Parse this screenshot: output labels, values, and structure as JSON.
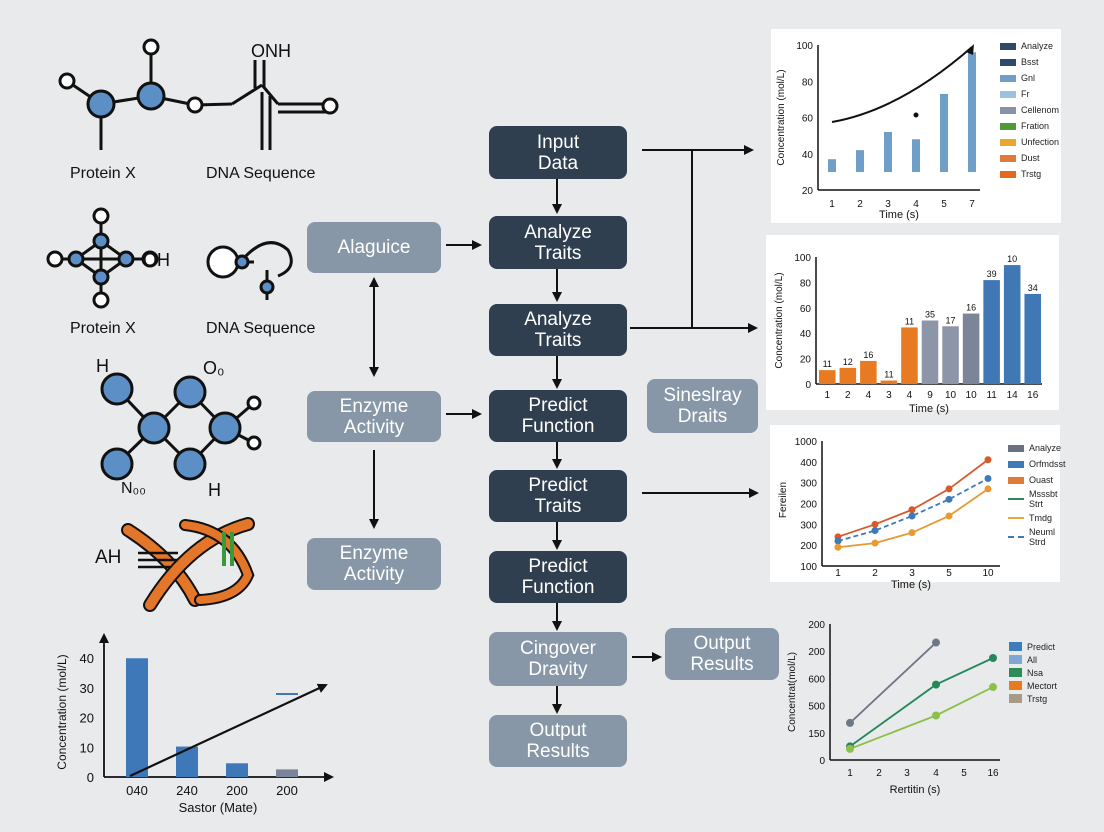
{
  "molecules": {
    "label_protein_1": "Protein X",
    "label_dna_1": "DNA Sequence",
    "label_protein_2": "Protein X",
    "label_dna_2": "DNA Sequence",
    "atom_onh": "ONH",
    "atom_oh": "OH",
    "atom_h_top": "H",
    "atom_o0": "O₀",
    "atom_n0": "N₀₀",
    "atom_h_bottom": "H",
    "atom_ah": "AH"
  },
  "flow": {
    "input_data": "Input\nData",
    "analyze_traits_1": "Analyze\nTraits",
    "analyze_traits_2": "Analyze\nTraits",
    "predict_function_1": "Predict\nFunction",
    "predict_traits": "Predict\nTraits",
    "predict_function_2": "Predict\nFunction",
    "cingover_dravity": "Cingover\nDravity",
    "output_results_1": "Output\nResults",
    "alaguice": "Alaguice",
    "enzyme_activity_1": "Enzyme\nActivity",
    "enzyme_activity_2": "Enzyme\nActivity",
    "sineslray_draits": "Sineslray\nDraits",
    "output_results_2": "Output\nResults"
  },
  "colors": {
    "dark_box": "#2f3f50",
    "light_box": "#8797a7",
    "atom_blue": "#5b8fc6",
    "helix_orange": "#e4762a",
    "helix_green": "#3a9a3a"
  },
  "chart_data": [
    {
      "type": "bar",
      "ylabel": "Concentration (mol/L)",
      "xlabel": "Time (s)",
      "categories": [
        "1",
        "2",
        "3",
        "4",
        "5",
        "7"
      ],
      "values": [
        37,
        42,
        52,
        48,
        73,
        96
      ],
      "trend": [
        38,
        44,
        53,
        55,
        73,
        96
      ],
      "ylim": [
        20,
        100
      ],
      "yticks": [
        "100",
        "80",
        "60",
        "40",
        "20"
      ],
      "legend": [
        {
          "name": "Analyze",
          "color": "#2e4a6a"
        },
        {
          "name": "Bsst",
          "color": "#2e4a6a"
        },
        {
          "name": "Gnl",
          "color": "#6f9ec8"
        },
        {
          "name": "Fr",
          "color": "#9fc1e0"
        },
        {
          "name": "Cellenom",
          "color": "#8a92a6"
        },
        {
          "name": "Fration",
          "color": "#4f9a3a"
        },
        {
          "name": "Unfection",
          "color": "#e6a830"
        },
        {
          "name": "Dust",
          "color": "#e07a38"
        },
        {
          "name": "Trstg",
          "color": "#e06a20"
        }
      ]
    },
    {
      "type": "bar",
      "ylabel": "Concentration (mol/L)",
      "xlabel": "Time (s)",
      "categories": [
        "1",
        "2",
        "4",
        "3",
        "4",
        "9",
        "10",
        "10",
        "11",
        "14",
        "16"
      ],
      "values": [
        12,
        14,
        20,
        3,
        49,
        55,
        50,
        61,
        90,
        103,
        78
      ],
      "data_labels": [
        "11",
        "12",
        "16",
        "11",
        "11",
        "35",
        "17",
        "16",
        "39",
        "10",
        "34"
      ],
      "colors": [
        "#e87b22",
        "#e87b22",
        "#e87b22",
        "#e87b22",
        "#e87b22",
        "#8d96a8",
        "#8d96a8",
        "#7a8598",
        "#3f78b4",
        "#3f78b4",
        "#3f78b4"
      ],
      "ylim": [
        0,
        110
      ],
      "yticks": [
        "100",
        "80",
        "60",
        "40",
        "20",
        "0"
      ]
    },
    {
      "type": "line",
      "ylabel": "Fereilen",
      "xlabel": "Time (s)",
      "x": [
        "1",
        "2",
        "3",
        "5",
        "10"
      ],
      "yticks": [
        "1000",
        "400",
        "300",
        "200",
        "300",
        "200",
        "100"
      ],
      "series": [
        {
          "name": "Analyze",
          "values": [
            140,
            200,
            270,
            370,
            510
          ],
          "color": "#d65a2a",
          "style": "solid"
        },
        {
          "name": "Orfmdsst",
          "values": [
            120,
            170,
            240,
            320,
            420
          ],
          "color": "#3c7bb8",
          "style": "dashed"
        },
        {
          "name": "Ouast",
          "values": [
            90,
            110,
            160,
            240,
            370
          ],
          "color": "#e89a30",
          "style": "solid"
        }
      ],
      "legend": [
        {
          "name": "Analyze",
          "color": "#6b7180",
          "kind": "swatch"
        },
        {
          "name": "Orfmdsst",
          "color": "#3c7bb8",
          "kind": "swatch"
        },
        {
          "name": "Ouast",
          "color": "#e07a38",
          "kind": "swatch"
        },
        {
          "name": "Msssbt\nStrt",
          "color": "#2e8b57",
          "kind": "line"
        },
        {
          "name": "Tmdg",
          "color": "#e8a83a",
          "kind": "line"
        },
        {
          "name": "Neuml\nStrd",
          "color": "#3c7bb8",
          "kind": "dash"
        }
      ]
    },
    {
      "type": "line",
      "ylabel": "Concentrat(mol/L)",
      "xlabel": "Rertitin (s)",
      "x": [
        "1",
        "2",
        "3",
        "4",
        "5",
        "16"
      ],
      "yticks": [
        "200",
        "200",
        "600",
        "500",
        "150",
        "0"
      ],
      "series": [
        {
          "name": "Predict",
          "points": [
            [
              1,
              60
            ],
            [
              4,
              190
            ]
          ],
          "color": "#6f7787"
        },
        {
          "name": "All",
          "points": [
            [
              1,
              22
            ],
            [
              4,
              122
            ],
            [
              6,
              165
            ]
          ],
          "color": "#24885a"
        },
        {
          "name": "Nsa",
          "points": [
            [
              1,
              18
            ],
            [
              4,
              72
            ],
            [
              6,
              118
            ]
          ],
          "color": "#8cc04a"
        }
      ],
      "legend": [
        {
          "name": "Predict",
          "color": "#3e7dbb"
        },
        {
          "name": "All",
          "color": "#7fa7d4"
        },
        {
          "name": "Nsa",
          "color": "#2e8b57"
        },
        {
          "name": "Mectort",
          "color": "#e87b22"
        },
        {
          "name": "Trstg",
          "color": "#a89a88"
        }
      ]
    },
    {
      "type": "bar",
      "ylabel": "Concentration (mol/L)",
      "xlabel": "Sastor (Mate)",
      "categories": [
        "040",
        "240",
        "200",
        "200"
      ],
      "values": [
        39,
        10,
        4.5,
        2.5
      ],
      "colors": [
        "#3f78b8",
        "#3f78b8",
        "#3f78b8",
        "#7a8398"
      ],
      "ylim": [
        0,
        45
      ],
      "yticks": [
        "40",
        "30",
        "20",
        "10",
        "0"
      ]
    }
  ]
}
